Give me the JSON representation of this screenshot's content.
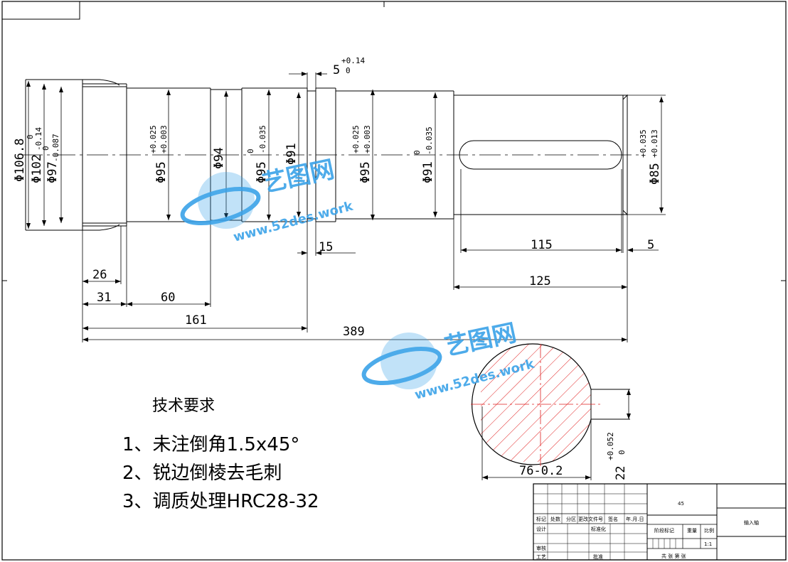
{
  "dimensions": {
    "d_106_8": "Φ106.8",
    "d_102": "Φ102",
    "d_102_tol_lo": "-0.14",
    "d_102_tol_hi": "0",
    "d_97": "Φ97",
    "d_97_tol": "-0.087",
    "d_97_tol_hi": "0",
    "d_95_a": "Φ95",
    "d_95_a_tol_hi": "+0.025",
    "d_95_a_tol_lo": "+0.003",
    "d_94": "Φ94",
    "d_95_b": "Φ95",
    "d_95_b_tol_hi": "0",
    "d_95_b_tol_lo": "-0.035",
    "d_91_a": "Φ91",
    "d_95_c": "Φ95",
    "d_95_c_tol_hi": "+0.025",
    "d_95_c_tol_lo": "+0.003",
    "d_91_b": "Φ91",
    "d_91_b_tol_hi": "0",
    "d_91_b_tol_lo": "-0.035",
    "d_85": "Φ85",
    "d_85_tol_hi": "+0.035",
    "d_85_tol_lo": "+0.013",
    "groove_width": "5",
    "groove_tol_hi": "+0.14",
    "groove_tol_lo": "0",
    "len_15": "15",
    "len_115": "115",
    "len_5": "5",
    "len_125": "125",
    "len_26": "26",
    "len_31": "31",
    "len_60": "60",
    "len_161": "161",
    "len_389": "389",
    "key_depth": "76-0.2",
    "key_width": "22",
    "key_width_tol_hi": "+0.052",
    "key_width_tol_lo": "0"
  },
  "notes": {
    "title": "技术要求",
    "item1": "1、未注倒角1.5x45°",
    "item2": "2、锐边倒棱去毛刺",
    "item3": "3、调质处理HRC28-32"
  },
  "watermark": {
    "brand": "艺图网",
    "url": "www.52des.work"
  },
  "title_block": {
    "material": "45",
    "part_name": "输入轴",
    "scale": "1:1",
    "labels": {
      "mark": "标记",
      "count": "处数",
      "zone": "分区",
      "change_doc": "更改文件号",
      "sign": "签名",
      "date": "年.月.日",
      "design": "设计",
      "standardize": "标准化",
      "stage_mark": "阶段标记",
      "weight": "重量",
      "ratio": "比例",
      "review": "审核",
      "process": "工艺",
      "approve": "批准",
      "sheets": "共 张 第 张"
    }
  },
  "colors": {
    "line": "#000000",
    "hatch": "#e02020",
    "centerline": "#e02020",
    "watermark": "#3aa2e8"
  }
}
